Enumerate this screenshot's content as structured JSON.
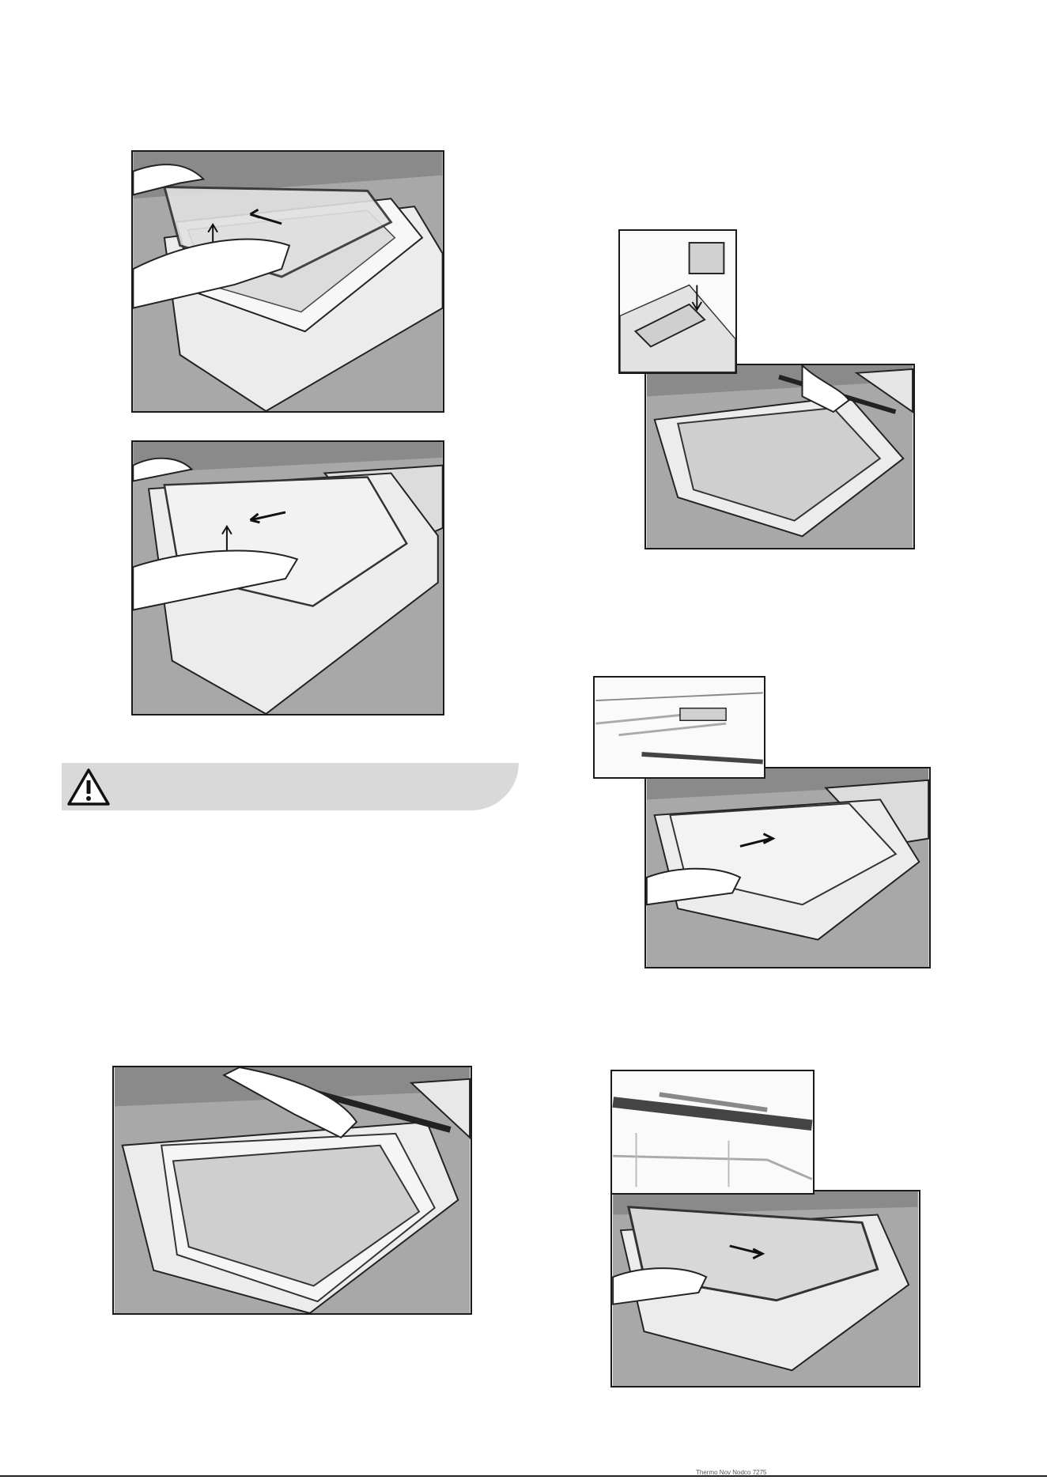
{
  "figures": [
    {
      "id": "fig-remove-outer-glass",
      "icon": "hands-lift-glass-panel"
    },
    {
      "id": "fig-remove-inner-glass",
      "icon": "hands-slide-glass-panel"
    },
    {
      "id": "fig-fit-trim-strip-left",
      "icon": "hand-press-door-trim"
    },
    {
      "id": "fig-fit-trim-detail",
      "icon": "hand-press-door-trim-with-inset"
    },
    {
      "id": "fig-insert-inner-glass",
      "icon": "hands-insert-glass-with-inset"
    },
    {
      "id": "fig-insert-outer-glass",
      "icon": "hands-insert-glass-with-inset"
    }
  ],
  "warning": {
    "icon": "warning-triangle-icon",
    "color": "#d9d9d9"
  },
  "footer": {
    "text": "Thermo  Nov  Nodco  7275"
  }
}
